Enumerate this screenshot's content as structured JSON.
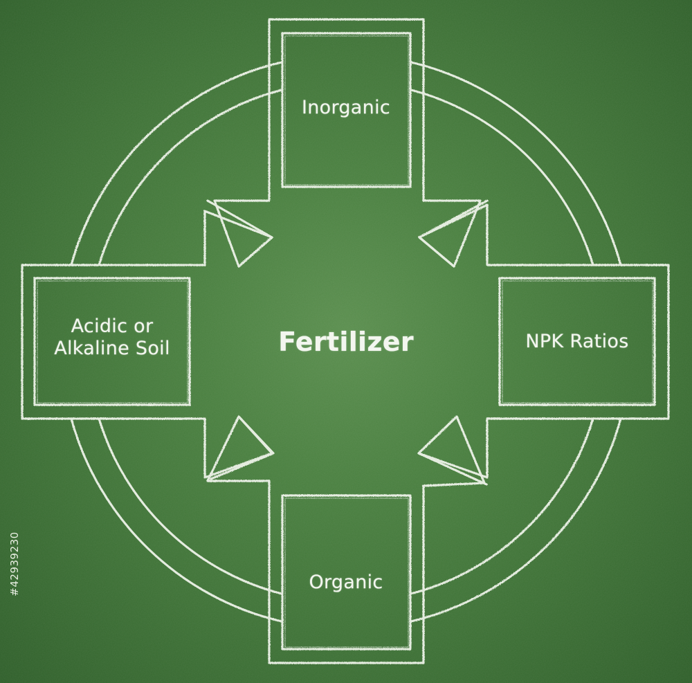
{
  "diagram": {
    "center": {
      "label": "Fertilizer"
    },
    "nodes": [
      {
        "id": "top",
        "label": "Inorganic"
      },
      {
        "id": "right",
        "label": "NPK Ratios"
      },
      {
        "id": "bottom",
        "label": "Organic"
      },
      {
        "id": "left",
        "label": "Acidic or Alkaline Soil"
      }
    ],
    "arrows": [
      {
        "from": "Inorganic",
        "to": "Fertilizer"
      },
      {
        "from": "NPK Ratios",
        "to": "Fertilizer"
      },
      {
        "from": "Organic",
        "to": "Fertilizer"
      },
      {
        "from": "Acidic or Alkaline Soil",
        "to": "Fertilizer"
      }
    ],
    "stock_id": "#42939230"
  },
  "colors": {
    "chalkboard": "#3f7236",
    "chalk": "#f3f6ef"
  }
}
